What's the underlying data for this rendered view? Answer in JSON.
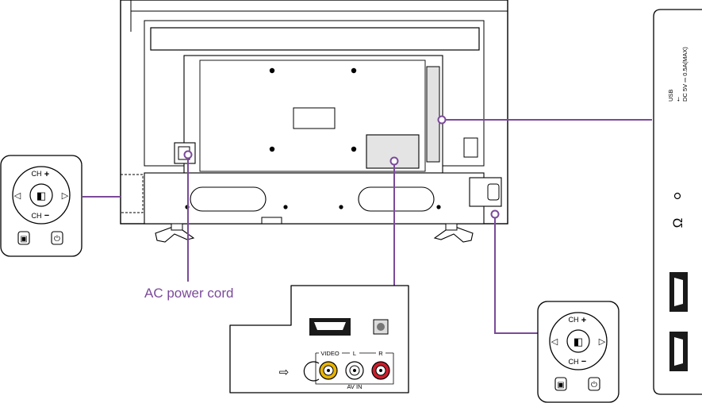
{
  "labels": {
    "ac_power_cord": "AC power cord"
  },
  "control_pad": {
    "ch_up": "CH",
    "ch_down": "CH",
    "menu_symbol": "▣",
    "power_symbol": "⏻"
  },
  "av_panel": {
    "video": "VIDEO",
    "left": "L",
    "right": "R",
    "av_in": "AV IN"
  },
  "side_panel": {
    "usb": "USB",
    "usb_symbol": "⭠",
    "rating": "DC 5V ⎓ 0.5A(MAX)"
  },
  "colors": {
    "callout_line": "#7b4a9a",
    "outline": "#000000",
    "video_jack": "#e8b400",
    "audio_right_jack": "#cc1e2c",
    "audio_left_jack": "#ffffff"
  }
}
